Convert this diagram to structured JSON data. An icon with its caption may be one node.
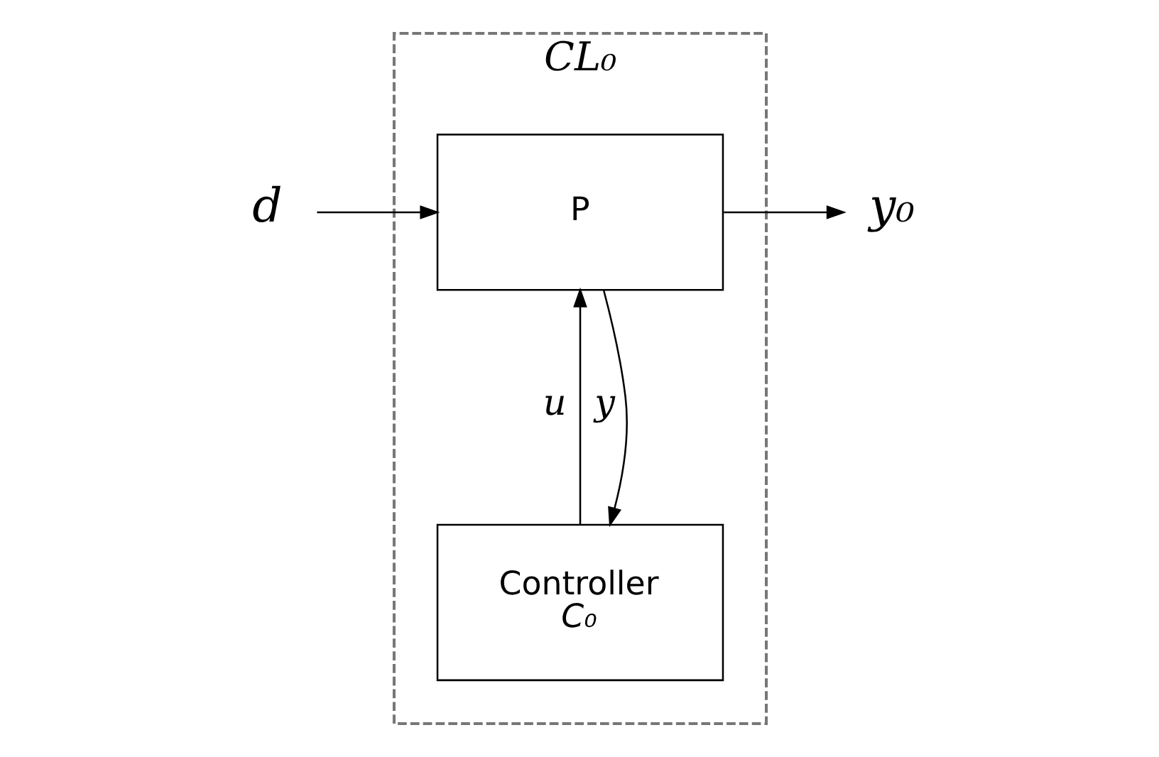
{
  "diagram": {
    "nodes": [
      {
        "text": [
          "CL₀"
        ]
      },
      {
        "text": [
          "d"
        ]
      },
      {
        "text": [
          "P"
        ],
        "in": 0
      },
      {
        "text": [
          "y₀"
        ]
      },
      {
        "text": [
          "Controller",
          "C₀"
        ],
        "in": 0
      }
    ],
    "edges": [
      {
        "from": 1,
        "to": 2,
        "arrow": "to"
      },
      {
        "from": 2,
        "to": 3,
        "arrow": "to"
      },
      {
        "from": 2,
        "to": 4,
        "arrow": "to",
        "label": "y"
      },
      {
        "from": 4,
        "to": 2,
        "arrow": "to",
        "label": "u"
      }
    ]
  }
}
